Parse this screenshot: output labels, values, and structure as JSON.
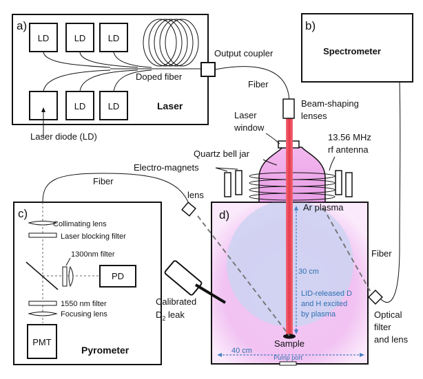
{
  "panels": {
    "a": "a)",
    "b": "b)",
    "c": "c)",
    "d": "d)"
  },
  "laser": {
    "ld_label": "LD",
    "doped_fiber": "Doped fiber",
    "laser_title": "Laser",
    "laser_diode_label": "Laser diode (LD)",
    "output_coupler": "Output coupler",
    "fiber": "Fiber"
  },
  "spectrometer": {
    "title": "Spectrometer"
  },
  "chamber": {
    "beam_shaping_1": "Beam-shaping",
    "beam_shaping_2": "lenses",
    "laser_window_1": "Laser",
    "laser_window_2": "window",
    "rf_1": "13.56 MHz",
    "rf_2": "rf antenna",
    "bell_jar": "Quartz bell jar",
    "electromagnets": "Electro-magnets",
    "fiber_left": "Fiber",
    "lens": "lens",
    "ar_plasma": "Ar plasma",
    "height": "30 cm",
    "lid_1": "LID-released D",
    "lid_2": "and H excited",
    "lid_3": "by plasma",
    "sample": "Sample",
    "width": "40 cm",
    "pump_port": "Pump port",
    "fiber_right": "Fiber",
    "optical_1": "Optical",
    "optical_2": "filter",
    "optical_3": "and lens",
    "calibrated": "Calibrated",
    "leak_d": "D",
    "leak_sub": "2",
    "leak_rest": " leak"
  },
  "pyrometer": {
    "collimating": "Collimating lens",
    "laser_blocking": "Laser blocking filter",
    "filter_1300": "1300nm filter",
    "pd": "PD",
    "filter_1550": "1550 nm filter",
    "focusing": "Focusing lens",
    "pmt": "PMT",
    "title": "Pyrometer"
  },
  "colors": {
    "laser_beam": "#e8394b",
    "plasma": "#f3c6f3",
    "plasma_core": "#cdd3f2",
    "dimension_blue": "#4a7fc1",
    "lid_text": "#2f6fb0"
  }
}
